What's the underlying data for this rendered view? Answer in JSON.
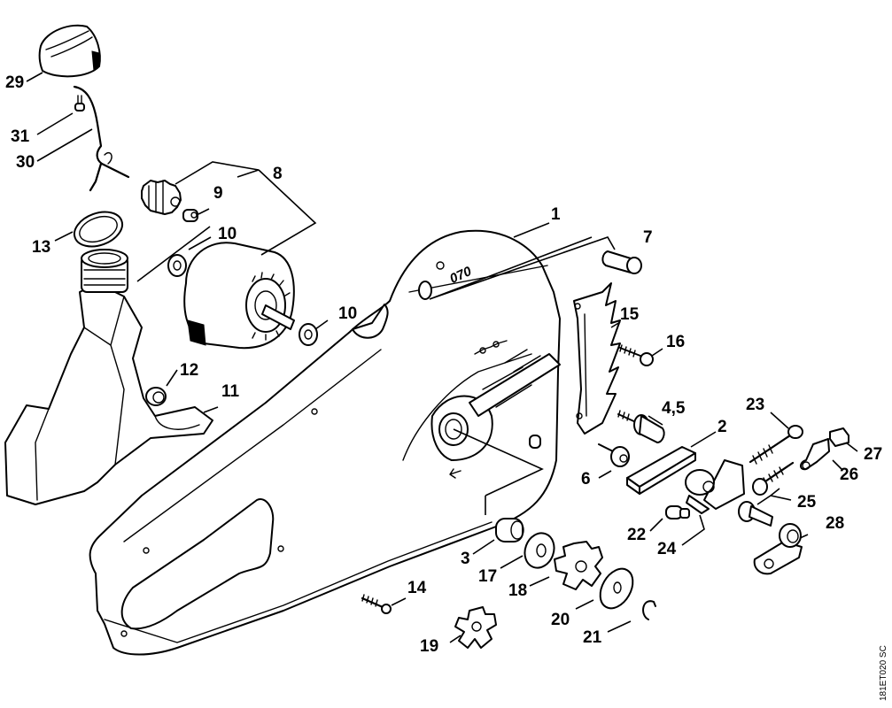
{
  "diagram": {
    "type": "exploded-parts-diagram",
    "drawing_code": "181ET020 SC",
    "cover_logo_text": "070",
    "callouts": [
      {
        "id": "1",
        "label": "1"
      },
      {
        "id": "2",
        "label": "2"
      },
      {
        "id": "3",
        "label": "3"
      },
      {
        "id": "4,5",
        "label": "4,5"
      },
      {
        "id": "6",
        "label": "6"
      },
      {
        "id": "7",
        "label": "7"
      },
      {
        "id": "8",
        "label": "8"
      },
      {
        "id": "9",
        "label": "9"
      },
      {
        "id": "10a",
        "label": "10"
      },
      {
        "id": "10b",
        "label": "10"
      },
      {
        "id": "11",
        "label": "11"
      },
      {
        "id": "12",
        "label": "12"
      },
      {
        "id": "13",
        "label": "13"
      },
      {
        "id": "14",
        "label": "14"
      },
      {
        "id": "15",
        "label": "15"
      },
      {
        "id": "16",
        "label": "16"
      },
      {
        "id": "17",
        "label": "17"
      },
      {
        "id": "18",
        "label": "18"
      },
      {
        "id": "19",
        "label": "19"
      },
      {
        "id": "20",
        "label": "20"
      },
      {
        "id": "21",
        "label": "21"
      },
      {
        "id": "22",
        "label": "22"
      },
      {
        "id": "23",
        "label": "23"
      },
      {
        "id": "24",
        "label": "24"
      },
      {
        "id": "25",
        "label": "25"
      },
      {
        "id": "26",
        "label": "26"
      },
      {
        "id": "27",
        "label": "27"
      },
      {
        "id": "28",
        "label": "28"
      },
      {
        "id": "29",
        "label": "29"
      },
      {
        "id": "30",
        "label": "30"
      },
      {
        "id": "31",
        "label": "31"
      }
    ]
  }
}
